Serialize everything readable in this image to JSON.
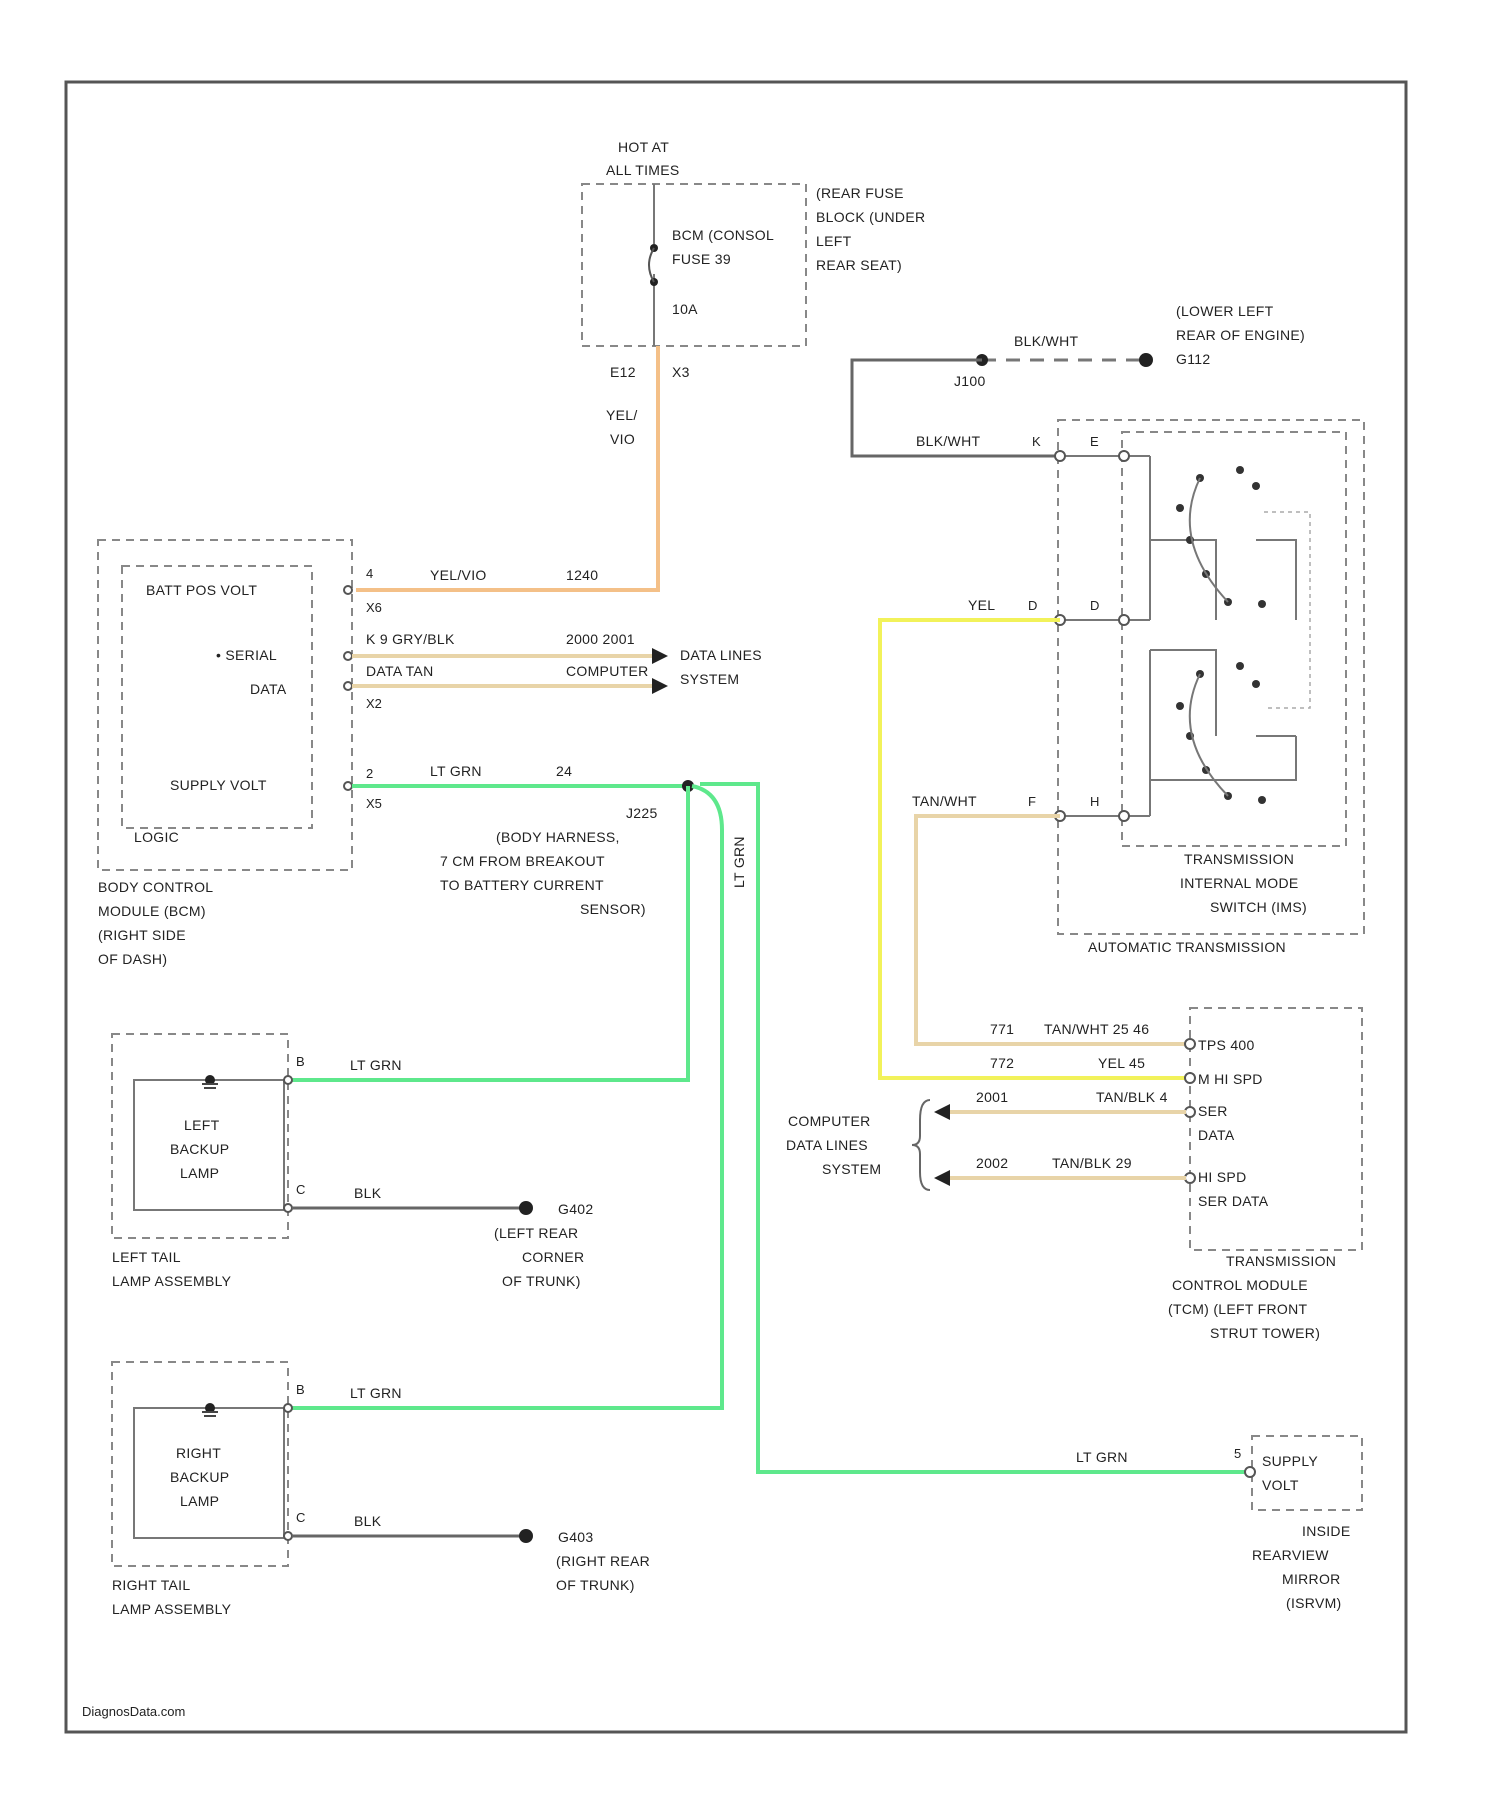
{
  "labels": {
    "hot_at": "HOT AT",
    "all_times": "ALL TIMES",
    "rear_fuse_l1": "(REAR FUSE",
    "rear_fuse_l2": "BLOCK (UNDER",
    "rear_fuse_l3": "LEFT",
    "rear_fuse_l4": "REAR SEAT)",
    "fuse_name_l1": "BCM (CONSOL",
    "fuse_name_l2": "FUSE 39",
    "fuse_amp": "10A",
    "pin_e12": "E12",
    "pin_x3a": "X3",
    "yel_vio_1": "YEL/",
    "yel_vio_2": "VIO",
    "bcm_batt": "BATT POS VOLT",
    "bcm_serial": "• SERIAL",
    "bcm_data": "DATA",
    "bcm_supply": "SUPPLY VOLT",
    "bcm_logic": "LOGIC",
    "bcm_name_l1": "BODY CONTROL",
    "bcm_name_l2": "MODULE (BCM)",
    "bcm_name_l3": "(RIGHT SIDE",
    "bcm_name_l4": "OF DASH)",
    "pin_4": "4",
    "pin_x6": "X6",
    "w_yelvio": "YEL/VIO",
    "c_1240": "1240",
    "w_serial": "K 9 GRY/BLK",
    "c_serial": "2000 2001",
    "w_data": "DATA  TAN",
    "c_data": "COMPUTER",
    "pin_x2": "X2",
    "dl_1": "DATA LINES",
    "dl_2": "SYSTEM",
    "pin_2": "2",
    "pin_x5": "X5",
    "w_ltgrn": "LT GRN",
    "c_24": "24",
    "s_name": "J225",
    "splice_l1": "(BODY HARNESS,",
    "splice_l2": "7 CM FROM BREAKOUT",
    "splice_l3": "TO BATTERY CURRENT",
    "splice_l4": "SENSOR)",
    "w_ltgrn_v": "LT GRN",
    "blk_wht": "BLK/WHT",
    "g112_name": "G112",
    "g112_l1": "(LOWER LEFT",
    "g112_l2": "REAR OF ENGINE)",
    "j_name": "J100",
    "w_blkwht2": "BLK/WHT",
    "pin_k": "K",
    "pin_e": "E",
    "w_yel": "YEL",
    "pin_d": "D",
    "pin_d2": "D",
    "w_tanwht": "TAN/WHT",
    "pin_f": "F",
    "pin_h": "H",
    "ims_l1": "TRANSMISSION",
    "ims_l2": "INTERNAL MODE",
    "ims_l3": "SWITCH (IMS)",
    "at_name": "AUTOMATIC TRANSMISSION",
    "c_771": "771",
    "w_tcm1": "TAN/WHT 25 46",
    "c_772": "772",
    "w_tcm2": "YEL 45",
    "c_2001": "2001",
    "w_tcm3": "TAN/BLK 4",
    "c_2002": "2002",
    "w_tcm4": "TAN/BLK  29",
    "tcm_p1": "TPS 400",
    "tcm_p2": "M HI SPD",
    "tcm_p3a": "SER",
    "tcm_p3b": "DATA",
    "tcm_p4a": "HI SPD",
    "tcm_p4b": "SER DATA",
    "tcm_l1": "TRANSMISSION",
    "tcm_l2": "CONTROL MODULE",
    "tcm_l3": "(TCM) (LEFT FRONT",
    "tcm_l4": "STRUT TOWER)",
    "cdl_1": "COMPUTER",
    "cdl_2": "DATA LINES",
    "cdl_3": "SYSTEM",
    "lbl_l1": "LEFT",
    "lbl_l2": "BACKUP",
    "lbl_l3": "LAMP",
    "ltl_1": "LEFT TAIL",
    "ltl_2": "LAMP ASSEMBLY",
    "pin_b": "B",
    "pin_c": "C",
    "w_blk": "BLK",
    "g402": "G402",
    "g402_l1": "(LEFT REAR",
    "g402_l2": "CORNER",
    "g402_l3": "OF TRUNK)",
    "rbl_l1": "RIGHT",
    "rbl_l2": "BACKUP",
    "rbl_l3": "LAMP",
    "rtl_1": "RIGHT TAIL",
    "rtl_2": "LAMP ASSEMBLY",
    "g403": "G403",
    "g403_l1": "(RIGHT REAR",
    "g403_l2": "OF TRUNK)",
    "pin_5": "5",
    "mir_supply_1": "SUPPLY",
    "mir_supply_2": "VOLT",
    "mir_l1": "INSIDE",
    "mir_l2": "REARVIEW",
    "mir_l3": "MIRROR",
    "mir_l4": "(ISRVM)",
    "footer": "DiagnosData.com"
  },
  "colors": {
    "lt_grn": "#5ee88c",
    "yel": "#f2f25a",
    "yel_vio": "#f4c088",
    "tan": "#e8d4a8",
    "blk": "#666666"
  }
}
